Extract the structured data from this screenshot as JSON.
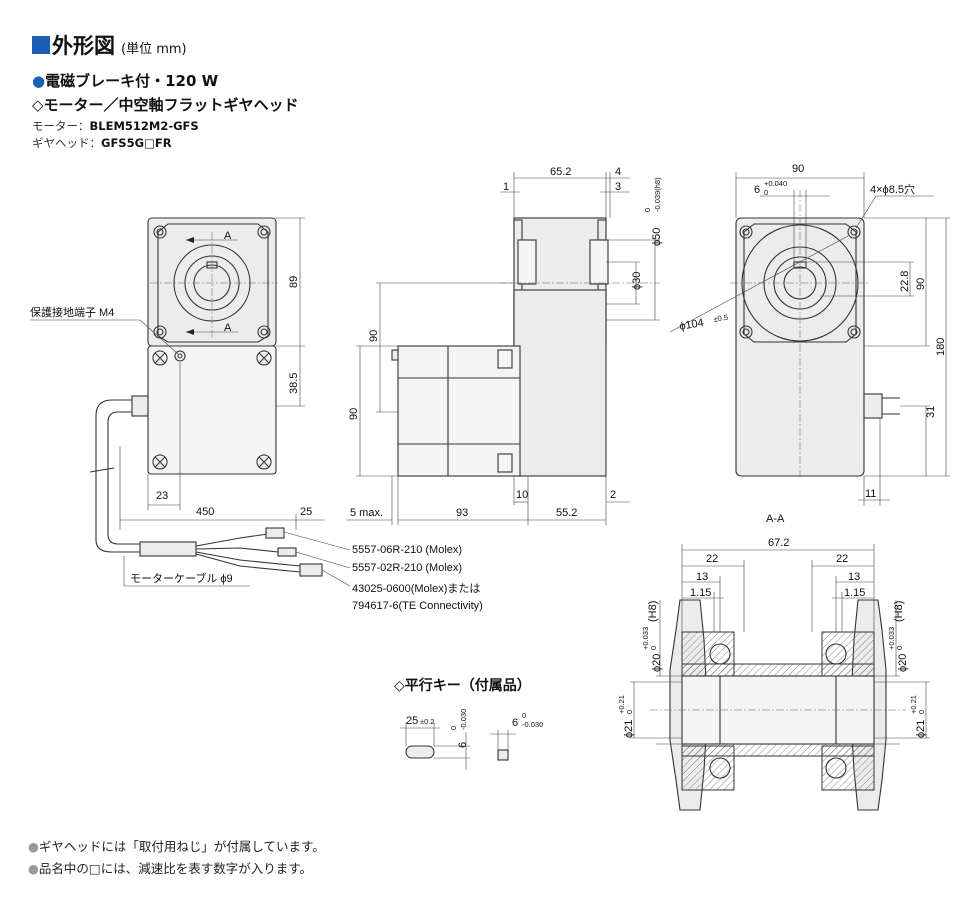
{
  "header": {
    "title": "外形図",
    "unit": "(単位 mm)",
    "subtitle1": "電磁ブレーキ付・120 W",
    "subtitle2": "◇モーター／中空軸フラットギヤヘッド",
    "motor_label": "モーター：",
    "motor_model": "BLEM512M2-GFS",
    "gear_label": "ギヤヘッド：",
    "gear_model": "GFS5G□FR"
  },
  "front_view": {
    "section_mark": "A",
    "dim_89": "89",
    "dim_385": "38.5",
    "dim_23": "23",
    "terminal_label": "保護接地端子 M4"
  },
  "cable": {
    "dim_450": "450",
    "dim_25": "25",
    "connector1": "5557-06R-210 (Molex)",
    "connector2": "5557-02R-210 (Molex)",
    "connector3a": "43025-0600(Molex)または",
    "connector3b": "794617-6(TE Connectivity)",
    "cable_label": "モーターケーブル ϕ9"
  },
  "side_view": {
    "dim_652": "65.2",
    "dim_4": "4",
    "dim_1": "1",
    "dim_3": "3",
    "dim_50": "ϕ50",
    "dim_50_tol_upper": "0",
    "dim_50_tol_lower": "-0.039(h8)",
    "dim_30": "ϕ30",
    "dim_90a": "90",
    "dim_90b": "90",
    "dim_5max": "5 max.",
    "dim_93": "93",
    "dim_552": "55.2",
    "dim_10": "10",
    "dim_2": "2"
  },
  "gear_face_view": {
    "dim_90": "90",
    "dim_6": "6",
    "dim_6_tol_upper": "+0.040",
    "dim_6_tol_lower": "0",
    "holes": "4×ϕ8.5穴",
    "dim_104": "ϕ104",
    "dim_104_tol": "±0.5",
    "dim_228": "22.8",
    "dim_90v": "90",
    "dim_180": "180",
    "dim_31": "31",
    "dim_11": "11"
  },
  "section_view": {
    "label": "A-A",
    "dim_672": "67.2",
    "dim_22a": "22",
    "dim_22b": "22",
    "dim_13a": "13",
    "dim_13b": "13",
    "dim_115a": "1.15",
    "dim_115b": "1.15",
    "bore_left": "ϕ20",
    "bore_right": "ϕ20",
    "bore_tol_upper": "+0.033",
    "bore_tol_lower": "0",
    "bore_fit": "(H8)",
    "groove_left": "ϕ21",
    "groove_right": "ϕ21",
    "groove_tol_upper": "+0.21",
    "groove_tol_lower": "0"
  },
  "key": {
    "title": "◇平行キー（付属品）",
    "dim_25": "25",
    "dim_25_tol": "±0.2",
    "dim_6h": "6",
    "dim_6h_upper": "0",
    "dim_6h_lower": "-0.030",
    "dim_6w": "6",
    "dim_6w_upper": "0",
    "dim_6w_lower": "-0.030"
  },
  "notes": [
    "ギヤヘッドには「取付用ねじ」が付属しています。",
    "品名中の□には、減速比を表す数字が入ります。"
  ]
}
